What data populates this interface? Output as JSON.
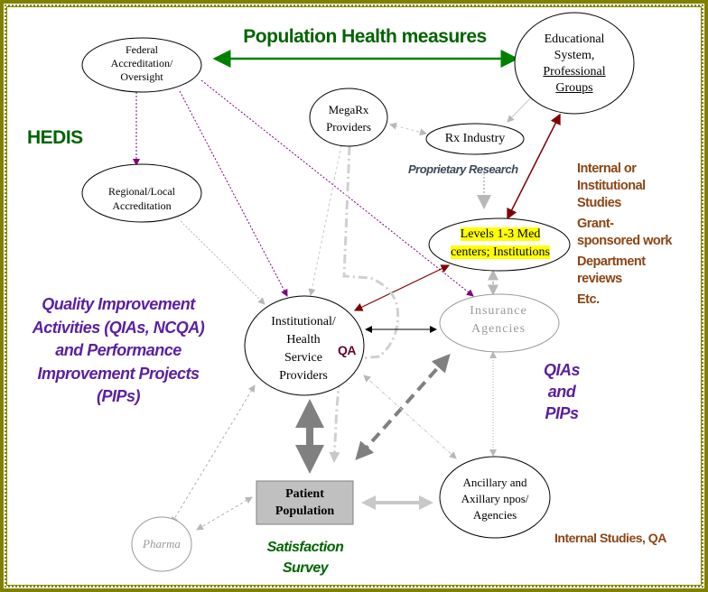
{
  "title": "Population Health measures",
  "colors": {
    "frame": "#808000",
    "title_green": "#006400",
    "hedis_green": "#006400",
    "purple_text": "#5b1fa0",
    "brown_text": "#8b4513",
    "highlight": "#ffff00",
    "patient_box": "#c0c0c0",
    "maroon_arrow": "#800000",
    "purple_arrow": "#800080",
    "gray_arrow": "#b0b0b0"
  },
  "nodes": {
    "federal": {
      "lines": [
        "Federal",
        "Accreditation/",
        "Oversight"
      ]
    },
    "educational": {
      "lines": [
        "Educational",
        "System,",
        "Professional",
        "Groups"
      ]
    },
    "megarx": {
      "lines": [
        "MegaRx",
        "Providers"
      ]
    },
    "rx_industry": {
      "lines": [
        "Rx Industry"
      ]
    },
    "regional": {
      "lines": [
        "Regional/Local",
        "Accreditation"
      ]
    },
    "levels": {
      "lines": [
        "Levels 1-3 Med",
        "centers; Institutions"
      ]
    },
    "institutional": {
      "lines": [
        "Institutional/",
        "Health",
        "Service",
        "Providers"
      ]
    },
    "insurance": {
      "lines": [
        "Insurance",
        "Agencies"
      ]
    },
    "patient": {
      "lines": [
        "Patient",
        "Population"
      ]
    },
    "ancillary": {
      "lines": [
        "Ancillary and",
        "Axillary npos/",
        "Agencies"
      ]
    },
    "pharma": {
      "lines": [
        "Pharma"
      ]
    }
  },
  "annotations": {
    "hedis": "HEDIS",
    "proprietary_research": "Proprietary Research",
    "qa": "QA",
    "quality_improvement": [
      "Quality Improvement",
      "Activities (QIAs, NCQA)",
      "and Performance",
      "Improvement Projects",
      "(PIPs)"
    ],
    "qias_pips": [
      "QIAs",
      "and",
      "PIPs"
    ],
    "satisfaction_survey": [
      "Satisfaction",
      "Survey"
    ],
    "right_list": [
      [
        "Internal or",
        "Institutional",
        "Studies"
      ],
      [
        "Grant-",
        "sponsored work"
      ],
      [
        "Department",
        "reviews"
      ],
      [
        "Etc."
      ]
    ],
    "internal_studies_qa": "Internal Studies, QA"
  }
}
